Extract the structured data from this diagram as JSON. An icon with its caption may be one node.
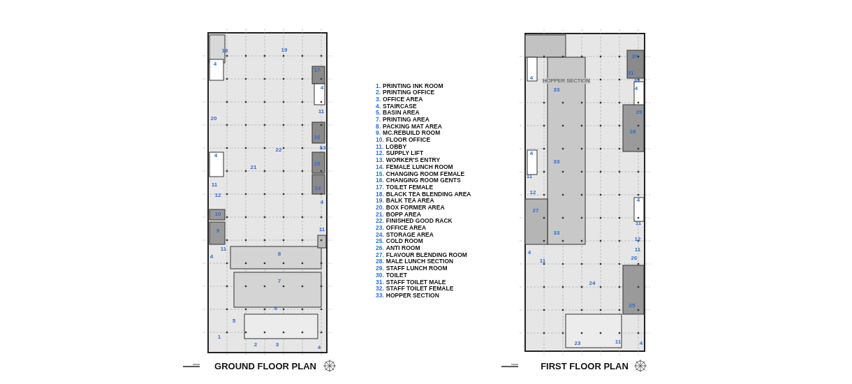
{
  "diagram": {
    "labels": [
      "18",
      "19",
      "4",
      "17",
      "4",
      "11",
      "20",
      "16",
      "13",
      "22",
      "4",
      "21",
      "15",
      "11",
      "14",
      "12",
      "4",
      "10",
      "9",
      "11",
      "11",
      "4",
      "8",
      "7",
      "6",
      "5",
      "1",
      "2",
      "3",
      "4",
      "GROUND FLOOR PLAN",
      "1.",
      "PRINTING INK ROOM",
      "2.",
      "PRINTING OFFICE",
      "3.",
      "OFFICE AREA",
      "4.",
      "STAIRCASE",
      "5.",
      "BASIN AREA",
      "7.",
      "PRINTING AREA",
      "8.",
      "PACKING MAT AREA",
      "9.",
      "MC.REBUILD ROOM",
      "10.",
      "FLOOR OFFICE",
      "11.",
      "LOBBY",
      "12.",
      "SUPPLY LIFT",
      "13.",
      "WORKER'S ENTRY",
      "14.",
      "FEMALE LUNCH ROOM",
      "15.",
      "CHANGING ROOM FEMALE",
      "16.",
      "CHANGING ROOM GENTS",
      "17.",
      "TOILET FEMALE",
      "18.",
      "BLACK TEA BLENDING AREA",
      "19.",
      "BALK TEA AREA",
      "20.",
      "BOX FORMER AREA",
      "21.",
      "BOPP AREA",
      "22.",
      "FINISHED GOOD RACK",
      "23.",
      "OFFICE AREA",
      "24.",
      "STORAGE AREA",
      "25.",
      "COLD ROOM",
      "26.",
      "ANTI ROOM",
      "27.",
      "FLAVOUR BLENDING ROOM",
      "28.",
      "MALE LUNCH SECTION",
      "29.",
      "STAFF LUNCH ROOM",
      "30.",
      "TOILET",
      "31.",
      "STAFF TOILET MALE",
      "32.",
      "STAFF TOILET FEMALE",
      "33.",
      "HOPPER SECTION",
      "4",
      "HOPPER SECTION",
      "30",
      "31",
      "32",
      "4",
      "33",
      "29",
      "28",
      "4",
      "33",
      "11",
      "12",
      "4",
      "27",
      "11",
      "33",
      "12",
      "11",
      "4",
      "11",
      "26",
      "24",
      "25",
      "23",
      "11",
      "4",
      "FIRST FLOOR PLAN"
    ]
  }
}
